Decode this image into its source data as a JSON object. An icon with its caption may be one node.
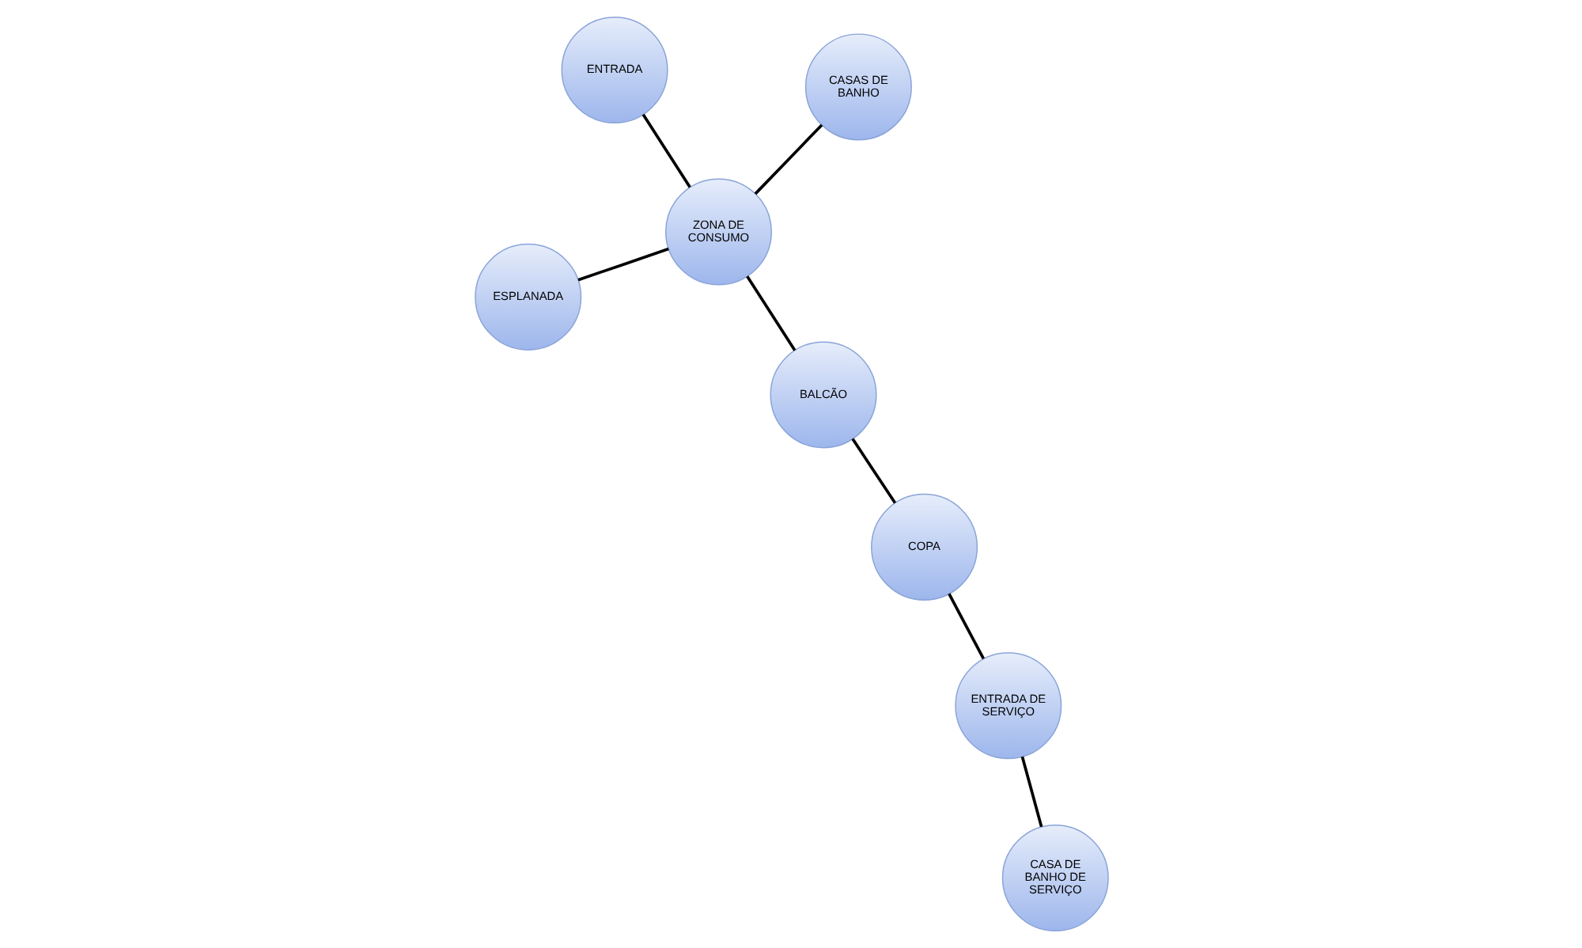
{
  "diagram": {
    "nodes": [
      {
        "text": [
          "ESPLANADA"
        ]
      },
      {
        "text": [
          "CASAS DE BANHO"
        ]
      },
      {
        "text": [
          "ZONA DE CONSUMO"
        ]
      },
      {
        "text": [
          "BALCÃO"
        ]
      },
      {
        "text": [
          "COPA"
        ]
      },
      {
        "text": [
          "ENTRADA"
        ]
      },
      {
        "text": [
          "CASA DE BANHO DE SERVIÇO"
        ]
      },
      {
        "text": [
          "ENTRADA DE SERVIÇO"
        ]
      }
    ],
    "edges": [
      {
        "from": 2,
        "to": 0,
        "arrow": "none"
      },
      {
        "from": 1,
        "to": 2,
        "arrow": "none"
      },
      {
        "from": 2,
        "to": 5,
        "arrow": "none"
      },
      {
        "from": 2,
        "to": 3,
        "arrow": "none"
      },
      {
        "from": 3,
        "to": 4,
        "arrow": "none"
      },
      {
        "from": 4,
        "to": 7,
        "arrow": "none"
      },
      {
        "from": 6,
        "to": 7,
        "arrow": "none"
      }
    ]
  }
}
